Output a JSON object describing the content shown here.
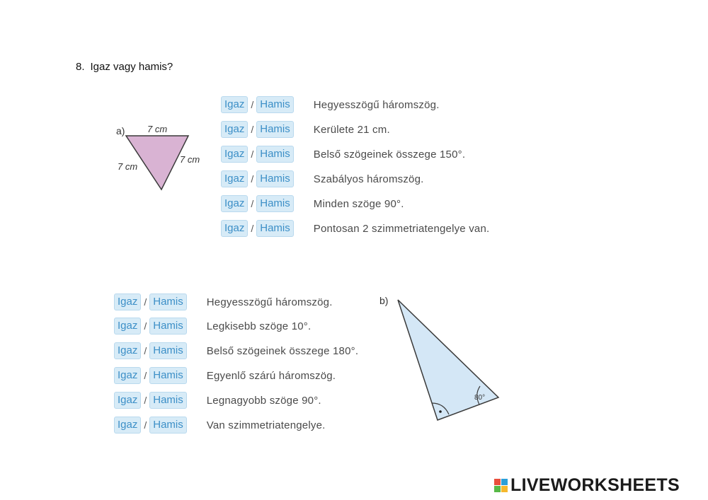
{
  "question": {
    "number": "8.",
    "text": "Igaz vagy hamis?"
  },
  "labels": {
    "true": "Igaz",
    "slash": "/",
    "false": "Hamis"
  },
  "section_a": {
    "label": "a)",
    "sides": [
      "7 cm",
      "7 cm",
      "7 cm"
    ],
    "statements": [
      "Hegyesszögű háromszög.",
      "Kerülete 21 cm.",
      "Belső szögeinek összege 150°.",
      "Szabályos háromszög.",
      "Minden szöge 90°.",
      "Pontosan 2 szimmetriatengelye van."
    ]
  },
  "section_b": {
    "label": "b)",
    "angle": "80°",
    "statements": [
      "Hegyesszögű háromszög.",
      "Legkisebb szöge 10°.",
      "Belső szögeinek összege 180°.",
      "Egyenlő szárú háromszög.",
      "Legnagyobb szöge 90°.",
      "Van szimmetriatengelye."
    ]
  },
  "logo": {
    "text": "LIVEWORKSHEETS",
    "letters": [
      "L",
      "I",
      "V",
      "E"
    ],
    "colors": [
      "#e94f3d",
      "#2b9fd9",
      "#57b947",
      "#f5b82e"
    ]
  },
  "colors": {
    "triangle_a_fill": "#d9b3d3",
    "triangle_b_fill": "#d4e7f6",
    "button_bg": "#d7ebf7",
    "button_text": "#3c8fc7"
  }
}
